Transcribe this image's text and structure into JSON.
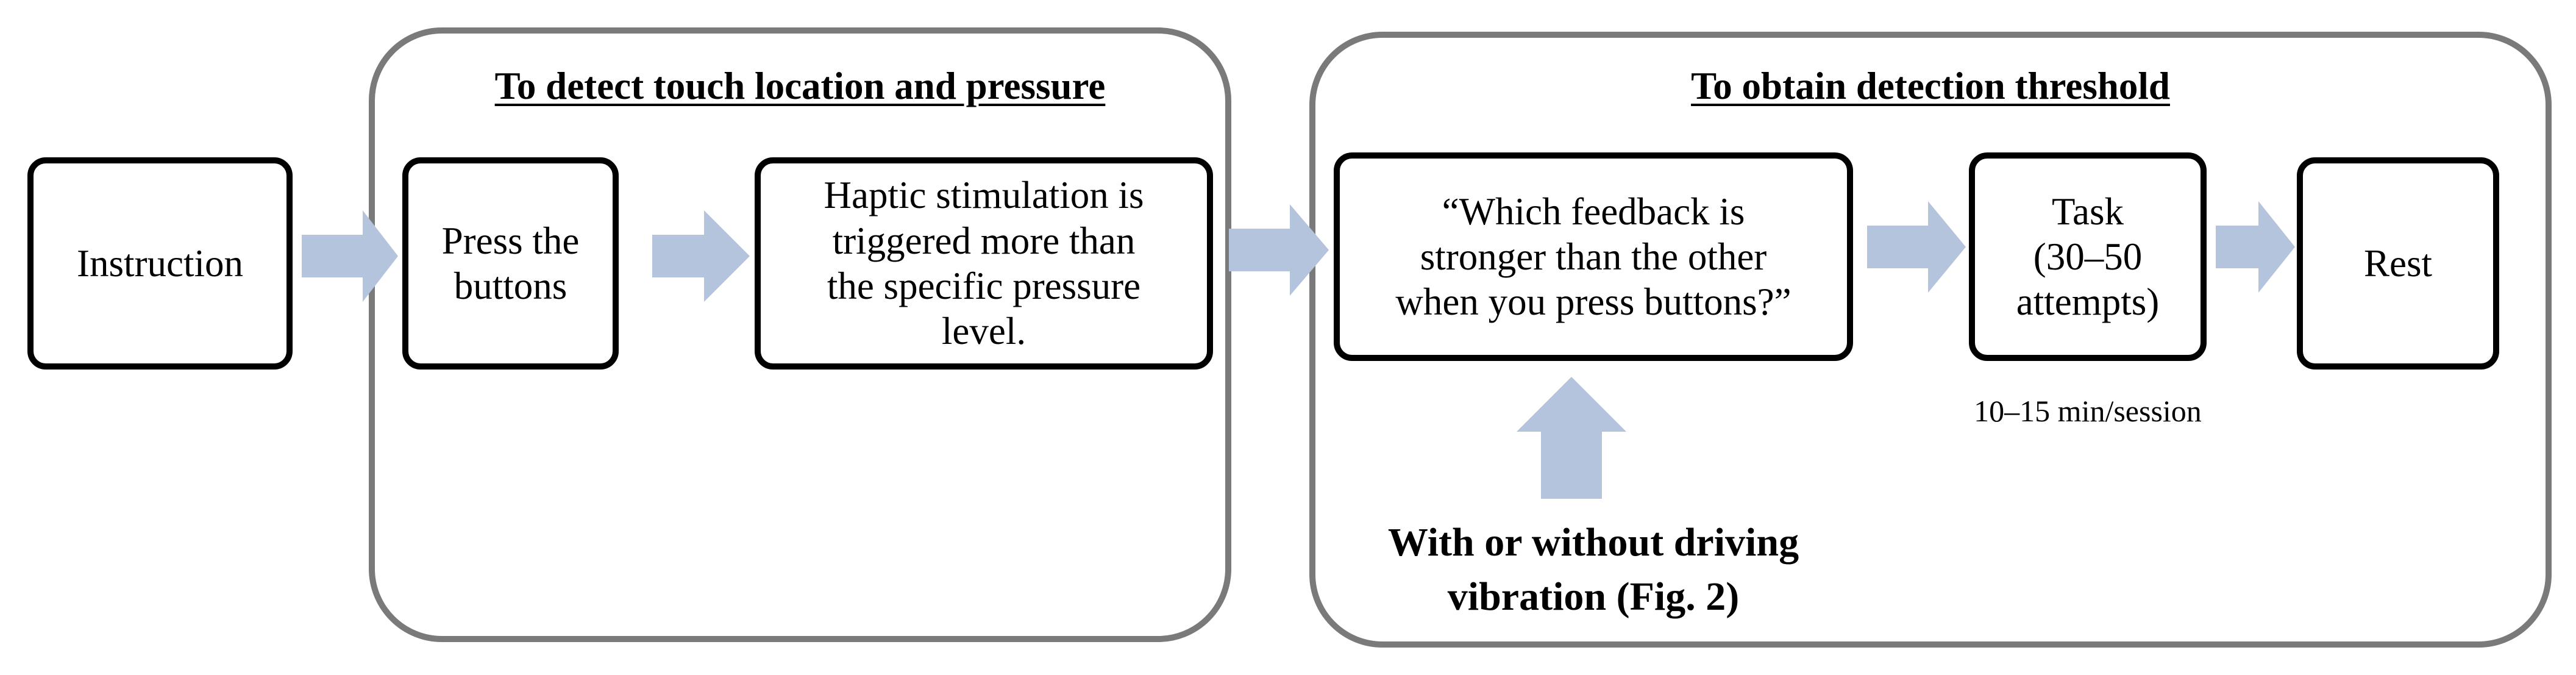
{
  "colors": {
    "arrow_fill": "#b4c4dc",
    "group_border": "#7a7a7a",
    "box_border": "#000000"
  },
  "groups": {
    "detect": {
      "title": "To detect touch location and pressure"
    },
    "threshold": {
      "title": "To obtain detection threshold"
    }
  },
  "steps": {
    "instruction": "Instruction",
    "press": "Press the\nbuttons",
    "haptic": "Haptic stimulation is\ntriggered more than\nthe specific pressure\nlevel.",
    "question": "“Which feedback is\nstronger than the other\nwhen you press buttons?”",
    "task": "Task\n(30–50\nattempts)",
    "rest": "Rest"
  },
  "notes": {
    "session_time": "10–15 min/session"
  },
  "input": {
    "label": "With or without driving\nvibration (Fig. 2)"
  }
}
